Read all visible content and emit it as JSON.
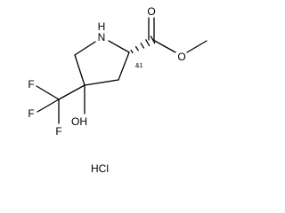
{
  "molecule": {
    "atoms": {
      "nitrogen": "N",
      "hydrogen": "H",
      "carbonyl_oxygen": "O",
      "ester_oxygen": "O",
      "hydroxyl": "OH",
      "fluorine_1": "F",
      "fluorine_2": "F",
      "fluorine_3": "F"
    },
    "stereo_label": "&1",
    "salt": "HCl"
  }
}
